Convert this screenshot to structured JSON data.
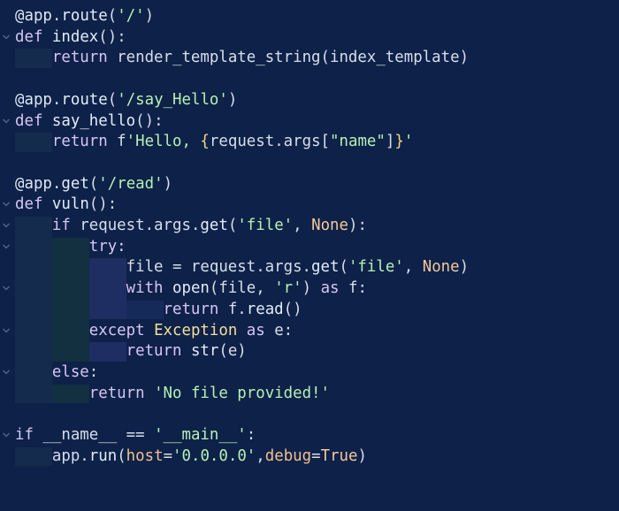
{
  "editor": {
    "language": "python",
    "theme_colors": {
      "background": "#0d2149",
      "keyword": "#d7c6f0",
      "string": "#b8f0b3",
      "class_name": "#f5df9b",
      "constant": "#f5c89a"
    },
    "fold_icon": "chevron-down-icon",
    "lines": [
      {
        "tokens": [
          {
            "t": "@app",
            "c": "dec"
          },
          {
            "t": ".",
            "c": "pl"
          },
          {
            "t": "route",
            "c": "fn"
          },
          {
            "t": "(",
            "c": "pl"
          },
          {
            "t": "'/'",
            "c": "str"
          },
          {
            "t": ")",
            "c": "pl"
          }
        ]
      },
      {
        "tokens": [
          {
            "t": "def",
            "c": "kw"
          },
          {
            "t": " ",
            "c": "pl"
          },
          {
            "t": "index",
            "c": "fn"
          },
          {
            "t": "():",
            "c": "pl"
          }
        ]
      },
      {
        "tokens": [
          {
            "t": "return",
            "c": "kw"
          },
          {
            "t": " render_template_string(index_template)",
            "c": "pl"
          }
        ]
      },
      {
        "tokens": []
      },
      {
        "tokens": [
          {
            "t": "@app",
            "c": "dec"
          },
          {
            "t": ".",
            "c": "pl"
          },
          {
            "t": "route",
            "c": "fn"
          },
          {
            "t": "(",
            "c": "pl"
          },
          {
            "t": "'/say_Hello'",
            "c": "str"
          },
          {
            "t": ")",
            "c": "pl"
          }
        ]
      },
      {
        "tokens": [
          {
            "t": "def",
            "c": "kw"
          },
          {
            "t": " ",
            "c": "pl"
          },
          {
            "t": "say_hello",
            "c": "fn"
          },
          {
            "t": "():",
            "c": "pl"
          }
        ]
      },
      {
        "tokens": [
          {
            "t": "return",
            "c": "kw"
          },
          {
            "t": " f",
            "c": "pl"
          },
          {
            "t": "'Hello, ",
            "c": "str"
          },
          {
            "t": "{",
            "c": "br"
          },
          {
            "t": "request.args[",
            "c": "pl"
          },
          {
            "t": "\"name\"",
            "c": "str"
          },
          {
            "t": "]",
            "c": "pl"
          },
          {
            "t": "}",
            "c": "br"
          },
          {
            "t": "'",
            "c": "str"
          }
        ]
      },
      {
        "tokens": []
      },
      {
        "tokens": [
          {
            "t": "@app",
            "c": "dec"
          },
          {
            "t": ".",
            "c": "pl"
          },
          {
            "t": "get",
            "c": "fn"
          },
          {
            "t": "(",
            "c": "pl"
          },
          {
            "t": "'/read'",
            "c": "str"
          },
          {
            "t": ")",
            "c": "pl"
          }
        ]
      },
      {
        "tokens": [
          {
            "t": "def",
            "c": "kw"
          },
          {
            "t": " ",
            "c": "pl"
          },
          {
            "t": "vuln",
            "c": "fn"
          },
          {
            "t": "():",
            "c": "pl"
          }
        ]
      },
      {
        "tokens": [
          {
            "t": "if",
            "c": "kw"
          },
          {
            "t": " request.args.",
            "c": "pl"
          },
          {
            "t": "get",
            "c": "fn"
          },
          {
            "t": "(",
            "c": "pl"
          },
          {
            "t": "'file'",
            "c": "str"
          },
          {
            "t": ", ",
            "c": "pl"
          },
          {
            "t": "None",
            "c": "num"
          },
          {
            "t": "):",
            "c": "pl"
          }
        ]
      },
      {
        "tokens": [
          {
            "t": "try",
            "c": "kw"
          },
          {
            "t": ":",
            "c": "pl"
          }
        ]
      },
      {
        "tokens": [
          {
            "t": "file = request.args.",
            "c": "pl"
          },
          {
            "t": "get",
            "c": "fn"
          },
          {
            "t": "(",
            "c": "pl"
          },
          {
            "t": "'file'",
            "c": "str"
          },
          {
            "t": ", ",
            "c": "pl"
          },
          {
            "t": "None",
            "c": "num"
          },
          {
            "t": ")",
            "c": "pl"
          }
        ]
      },
      {
        "tokens": [
          {
            "t": "with",
            "c": "kw"
          },
          {
            "t": " ",
            "c": "pl"
          },
          {
            "t": "open",
            "c": "fn"
          },
          {
            "t": "(file, ",
            "c": "pl"
          },
          {
            "t": "'r'",
            "c": "str"
          },
          {
            "t": ") ",
            "c": "pl"
          },
          {
            "t": "as",
            "c": "kw"
          },
          {
            "t": " f:",
            "c": "pl"
          }
        ]
      },
      {
        "tokens": [
          {
            "t": "return",
            "c": "kw"
          },
          {
            "t": " f.",
            "c": "pl"
          },
          {
            "t": "read",
            "c": "fn"
          },
          {
            "t": "()",
            "c": "pl"
          }
        ]
      },
      {
        "tokens": [
          {
            "t": "except",
            "c": "kw"
          },
          {
            "t": " ",
            "c": "pl"
          },
          {
            "t": "Exception",
            "c": "cls"
          },
          {
            "t": " ",
            "c": "pl"
          },
          {
            "t": "as",
            "c": "kw"
          },
          {
            "t": " e:",
            "c": "pl"
          }
        ]
      },
      {
        "tokens": [
          {
            "t": "return",
            "c": "kw"
          },
          {
            "t": " ",
            "c": "pl"
          },
          {
            "t": "str",
            "c": "fn"
          },
          {
            "t": "(e)",
            "c": "pl"
          }
        ]
      },
      {
        "tokens": [
          {
            "t": "else",
            "c": "kw"
          },
          {
            "t": ":",
            "c": "pl"
          }
        ]
      },
      {
        "tokens": [
          {
            "t": "return",
            "c": "kw"
          },
          {
            "t": " ",
            "c": "pl"
          },
          {
            "t": "'No file provided!'",
            "c": "str"
          }
        ]
      },
      {
        "tokens": []
      },
      {
        "tokens": [
          {
            "t": "if",
            "c": "kw"
          },
          {
            "t": " __name__ == ",
            "c": "pl"
          },
          {
            "t": "'__main__'",
            "c": "str"
          },
          {
            "t": ":",
            "c": "pl"
          }
        ]
      },
      {
        "tokens": [
          {
            "t": "app.",
            "c": "pl"
          },
          {
            "t": "run",
            "c": "fn"
          },
          {
            "t": "(",
            "c": "pl"
          },
          {
            "t": "host",
            "c": "prm"
          },
          {
            "t": "=",
            "c": "pl"
          },
          {
            "t": "'0.0.0.0'",
            "c": "str"
          },
          {
            "t": ",",
            "c": "pl"
          },
          {
            "t": "debug",
            "c": "prm"
          },
          {
            "t": "=",
            "c": "pl"
          },
          {
            "t": "True",
            "c": "num"
          },
          {
            "t": ")",
            "c": "pl"
          }
        ]
      }
    ]
  }
}
